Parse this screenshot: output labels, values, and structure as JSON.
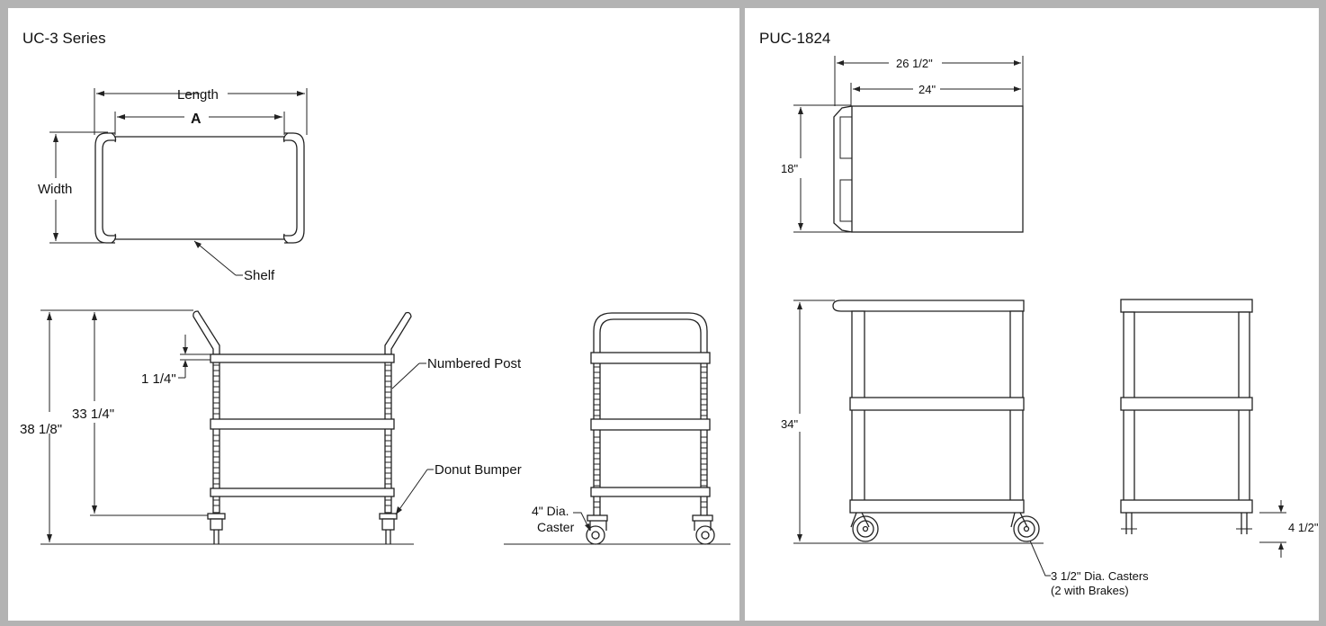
{
  "left_panel": {
    "title": "UC-3 Series",
    "top_view": {
      "length_label": "Length",
      "a_label": "A",
      "width_label": "Width",
      "shelf_label": "Shelf"
    },
    "side_view": {
      "overall_height_label": "38 1/8\"",
      "post_height_label": "33 1/4\"",
      "spacing_label": "1 1/4\"",
      "numbered_post_label": "Numbered Post",
      "donut_bumper_label": "Donut Bumper"
    },
    "end_view": {
      "caster_label_line1": "4\" Dia.",
      "caster_label_line2": "Caster"
    }
  },
  "right_panel": {
    "title": "PUC-1824",
    "top_view": {
      "overall_length_label": "26 1/2\"",
      "shelf_length_label": "24\"",
      "width_label": "18\""
    },
    "side_view": {
      "height_label": "34\"",
      "caster_label_line1": "3 1/2\" Dia. Casters",
      "caster_label_line2": "(2 with Brakes)"
    },
    "end_view": {
      "clearance_label": "4 1/2\""
    }
  }
}
